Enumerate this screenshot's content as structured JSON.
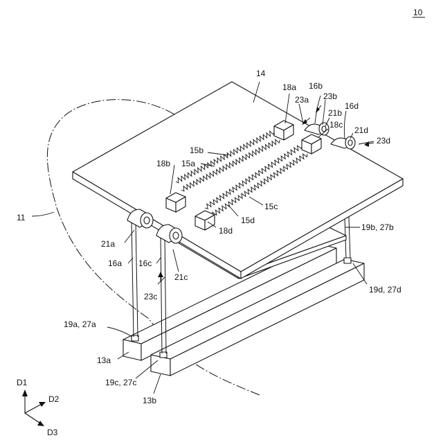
{
  "figure_number": "10",
  "labels": {
    "l14": "14",
    "l18a": "18a",
    "l16b": "16b",
    "l23a": "23a",
    "l23b": "23b",
    "l16d": "16d",
    "l21b": "21b",
    "l18c": "18c",
    "l21d": "21d",
    "l23d": "23d",
    "l15b": "15b",
    "l18b": "18b",
    "l15a": "15a",
    "l15c": "15c",
    "l15d": "15d",
    "l11": "11",
    "l18d": "18d",
    "l19b27b": "19b, 27b",
    "l21a": "21a",
    "l16a": "16a",
    "l16c": "16c",
    "l21c": "21c",
    "l23c": "23c",
    "l19d27d": "19d, 27d",
    "l19a27a": "19a, 27a",
    "l13a": "13a",
    "l19c27c": "19c, 27c",
    "l13b": "13b"
  },
  "axes": {
    "d1": "D1",
    "d2": "D2",
    "d3": "D3"
  }
}
